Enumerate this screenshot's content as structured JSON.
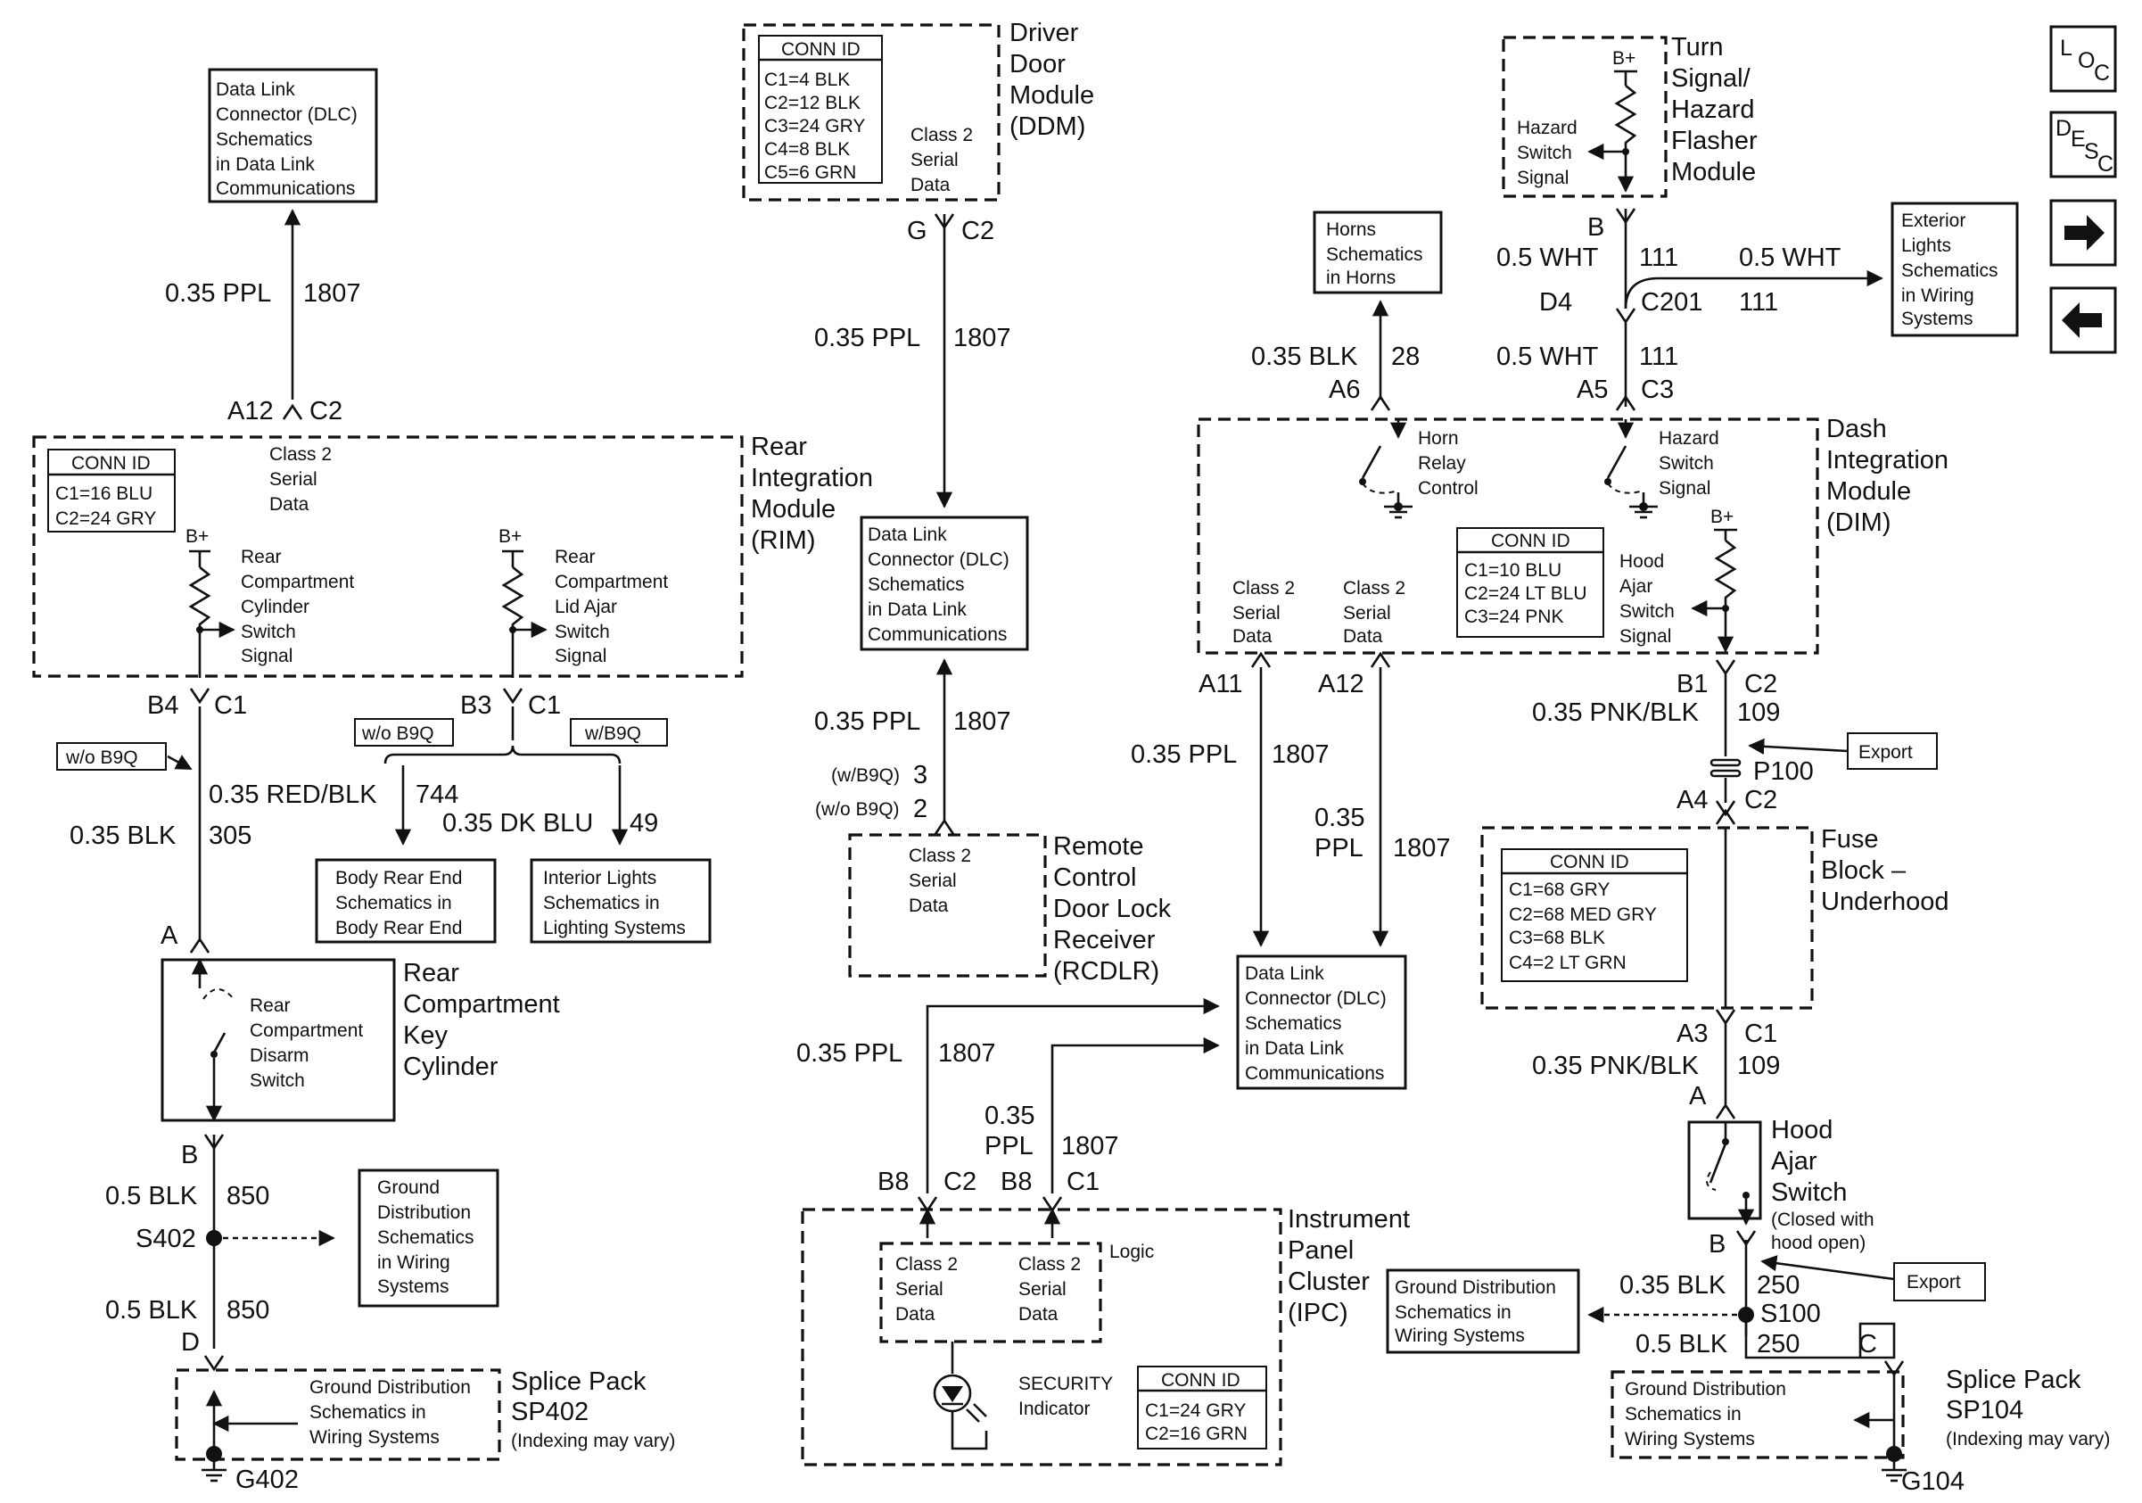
{
  "nav": {
    "loc": "LOC",
    "desc": "DESC"
  },
  "dlc_top": [
    "Data Link",
    "Connector (DLC)",
    "Schematics",
    "in Data Link",
    "Communications"
  ],
  "wire_top_left": {
    "size": "0.35 PPL",
    "circuit": "1807",
    "pin": "A12",
    "conn": "C2"
  },
  "rim": {
    "title": [
      "Rear",
      "Integration",
      "Module",
      "(RIM)"
    ],
    "conn_header": "CONN ID",
    "conns": [
      "C1=16 BLU",
      "C2=24 GRY"
    ],
    "serial": [
      "Class 2",
      "Serial",
      "Data"
    ],
    "bplus": "B+",
    "switch1": [
      "Rear",
      "Compartment",
      "Cylinder",
      "Switch",
      "Signal"
    ],
    "switch2": [
      "Rear",
      "Compartment",
      "Lid Ajar",
      "Switch",
      "Signal"
    ],
    "pin1": "B4",
    "conn1": "C1",
    "pin2": "B3",
    "conn2": "C1"
  },
  "options": {
    "wo": "w/o B9Q",
    "w": "w/B9Q"
  },
  "wire_rim_left": {
    "size": "0.35 BLK",
    "circuit": "305"
  },
  "wire_red": {
    "size": "0.35 RED/BLK",
    "circuit": "744"
  },
  "wire_dkblu": {
    "size": "0.35 DK BLU",
    "circuit": "49"
  },
  "body_rear": [
    "Body Rear End",
    "Schematics in",
    "Body Rear End"
  ],
  "interior_lights": [
    "Interior Lights",
    "Schematics in",
    "Lighting Systems"
  ],
  "key_cyl": {
    "title": [
      "Rear",
      "Compartment",
      "Key",
      "Cylinder"
    ],
    "switch": [
      "Rear",
      "Compartment",
      "Disarm",
      "Switch"
    ],
    "pin_top": "A",
    "pin_bottom": "B"
  },
  "ground_left": {
    "wire1": {
      "size": "0.5 BLK",
      "circuit": "850"
    },
    "splice": "S402",
    "wire2": {
      "size": "0.5 BLK",
      "circuit": "850"
    },
    "pin": "D",
    "gd_box": [
      "Ground",
      "Distribution",
      "Schematics",
      "in Wiring",
      "Systems"
    ],
    "sp_box": [
      "Ground Distribution",
      "Schematics in",
      "Wiring Systems"
    ],
    "sp_title": [
      "Splice Pack",
      "SP402"
    ],
    "sp_note": "(Indexing may vary)",
    "ground": "G402"
  },
  "ddm": {
    "title": [
      "Driver",
      "Door",
      "Module",
      "(DDM)"
    ],
    "conn_header": "CONN ID",
    "conns": [
      "C1=4 BLK",
      "C2=12 BLK",
      "C3=24 GRY",
      "C4=8 BLK",
      "C5=6 GRN"
    ],
    "serial": [
      "Class 2",
      "Serial",
      "Data"
    ],
    "pin": "G",
    "conn": "C2"
  },
  "wire_ddm": {
    "size": "0.35 PPL",
    "circuit": "1807"
  },
  "dlc_mid": [
    "Data Link",
    "Connector (DLC)",
    "Schematics",
    "in Data Link",
    "Communications"
  ],
  "wire_rcdlr": {
    "size": "0.35 PPL",
    "circuit": "1807",
    "opt1": "(w/B9Q)",
    "pin1": "3",
    "opt2": "(w/o B9Q)",
    "pin2": "2"
  },
  "rcdlr": {
    "title": [
      "Remote",
      "Control",
      "Door Lock",
      "Receiver",
      "(RCDLR)"
    ],
    "serial": [
      "Class 2",
      "Serial",
      "Data"
    ]
  },
  "dlc_bottom": [
    "Data Link",
    "Connector (DLC)",
    "Schematics",
    "in Data Link",
    "Communications"
  ],
  "ipc_wires": {
    "w1_size": "0.35 PPL",
    "w1_circuit": "1807",
    "w2_size": "0.35",
    "w2_size2": "PPL",
    "w2_circuit": "1807",
    "pin1": "B8",
    "conn1": "C2",
    "pin2": "B8",
    "conn2": "C1"
  },
  "ipc": {
    "title": [
      "Instrument",
      "Panel",
      "Cluster",
      "(IPC)"
    ],
    "serial1": [
      "Class 2",
      "Serial",
      "Data"
    ],
    "serial2": [
      "Class 2",
      "Serial",
      "Data"
    ],
    "logic": "Logic",
    "indicator": [
      "SECURITY",
      "Indicator"
    ],
    "conn_header": "CONN ID",
    "conns": [
      "C1=24 GRY",
      "C2=16 GRN"
    ]
  },
  "horns": [
    "Horns",
    "Schematics",
    "in Horns"
  ],
  "wire_horn": {
    "size": "0.35 BLK",
    "circuit": "28",
    "pin": "A6"
  },
  "flasher": {
    "title": [
      "Turn",
      "Signal/",
      "Hazard",
      "Flasher",
      "Module"
    ],
    "bplus": "B+",
    "switch": [
      "Hazard",
      "Switch",
      "Signal"
    ],
    "pin": "B"
  },
  "wire_flasher": {
    "size": "0.5 WHT",
    "circuit": "111",
    "size2": "0.5 WHT",
    "circuit2": "111",
    "pin": "D4",
    "conn": "C201"
  },
  "ext_lights": [
    "Exterior",
    "Lights",
    "Schematics",
    "in Wiring",
    "Systems"
  ],
  "wire_dim_in": {
    "size": "0.5 WHT",
    "circuit": "111",
    "pin": "A5",
    "conn": "C3"
  },
  "dim": {
    "title": [
      "Dash",
      "Integration",
      "Module",
      "(DIM)"
    ],
    "horn_relay": [
      "Horn",
      "Relay",
      "Control"
    ],
    "hazard": [
      "Hazard",
      "Switch",
      "Signal"
    ],
    "serial1": [
      "Class 2",
      "Serial",
      "Data"
    ],
    "serial2": [
      "Class 2",
      "Serial",
      "Data"
    ],
    "conn_header": "CONN ID",
    "conns": [
      "C1=10 BLU",
      "C2=24 LT BLU",
      "C3=24 PNK"
    ],
    "bplus": "B+",
    "hood": [
      "Hood",
      "Ajar",
      "Switch",
      "Signal"
    ],
    "pin_a11": "A11",
    "pin_a12": "A12",
    "pin_b1": "B1",
    "conn_b1": "C2"
  },
  "wire_dim_out1": {
    "size": "0.35 PPL",
    "circuit": "1807"
  },
  "wire_dim_out2": {
    "size": "0.35",
    "size2": "PPL",
    "circuit": "1807"
  },
  "wire_pnk1": {
    "size": "0.35 PNK/BLK",
    "circuit": "109",
    "export": "Export",
    "conn": "P100",
    "pin": "A4",
    "pin_conn": "C2"
  },
  "fuse": {
    "title": [
      "Fuse",
      "Block –",
      "Underhood"
    ],
    "conn_header": "CONN ID",
    "conns": [
      "C1=68 GRY",
      "C2=68 MED GRY",
      "C3=68 BLK",
      "C4=2 LT GRN"
    ]
  },
  "wire_pnk2": {
    "pin": "A3",
    "conn": "C1",
    "size": "0.35 PNK/BLK",
    "circuit": "109",
    "pin2": "A"
  },
  "hood_switch": {
    "title": [
      "Hood",
      "Ajar",
      "Switch"
    ],
    "note": [
      "(Closed with",
      "hood open)"
    ],
    "pin": "B"
  },
  "ground_right": {
    "export": "Export",
    "wire1": {
      "size": "0.35 BLK",
      "circuit": "250"
    },
    "splice": "S100",
    "wire2": {
      "size": "0.5 BLK",
      "circuit": "250"
    },
    "pin": "C",
    "gd_box": [
      "Ground Distribution",
      "Schematics in",
      "Wiring Systems"
    ],
    "sp_box": [
      "Ground Distribution",
      "Schematics in",
      "Wiring Systems"
    ],
    "sp_title": [
      "Splice Pack",
      "SP104"
    ],
    "sp_note": "(Indexing may vary)",
    "ground": "G104"
  }
}
